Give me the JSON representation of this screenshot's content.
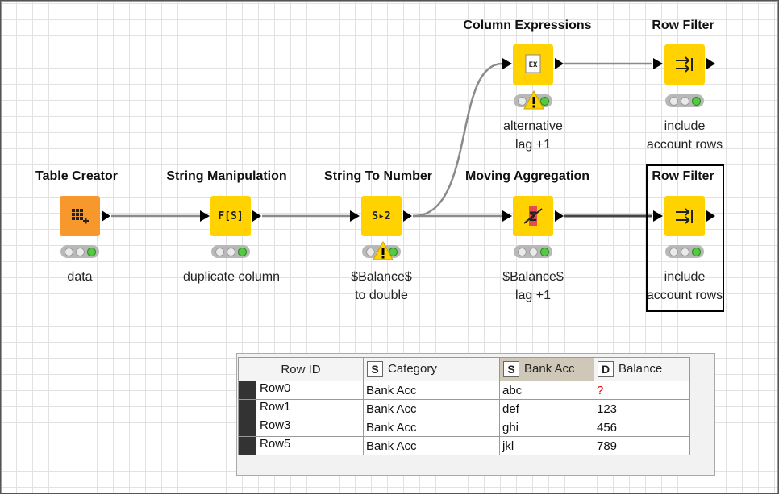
{
  "nodes": {
    "table_creator": {
      "title": "Table Creator",
      "label": "data",
      "icon": "table-plus-icon"
    },
    "string_manipulation": {
      "title": "String Manipulation",
      "label": "duplicate column",
      "icon": "fs-icon",
      "icon_text": "F[S]"
    },
    "string_to_number": {
      "title": "String To Number",
      "label1": "$Balance$",
      "label2": "to double",
      "icon": "string-to-number-icon",
      "icon_text": "S▸2"
    },
    "moving_aggregation": {
      "title": "Moving Aggregation",
      "label1": "$Balance$",
      "label2": "lag +1",
      "icon": "sigma-icon"
    },
    "row_filter_bottom": {
      "title": "Row Filter",
      "label1": "include",
      "label2": "account rows",
      "icon": "filter-icon"
    },
    "column_expressions": {
      "title": "Column Expressions",
      "label1": "alternative",
      "label2": "lag +1",
      "icon": "expression-icon",
      "icon_text": "EX"
    },
    "row_filter_top": {
      "title": "Row Filter",
      "label1": "include",
      "label2": "account rows",
      "icon": "filter-icon"
    }
  },
  "colors": {
    "node_yellow": "#ffd200",
    "node_orange": "#f7982c",
    "status_green": "#55c944",
    "warning": "#ffd200"
  },
  "table": {
    "columns": [
      {
        "type": "",
        "name": "Row ID"
      },
      {
        "type": "S",
        "name": "Category"
      },
      {
        "type": "S",
        "name": "Bank Acc"
      },
      {
        "type": "D",
        "name": "Balance"
      }
    ],
    "rows": [
      {
        "id": "Row0",
        "category": "Bank Acc",
        "bank_acc": "abc",
        "balance": "?"
      },
      {
        "id": "Row1",
        "category": "Bank Acc",
        "bank_acc": "def",
        "balance": "123"
      },
      {
        "id": "Row3",
        "category": "Bank Acc",
        "bank_acc": "ghi",
        "balance": "456"
      },
      {
        "id": "Row5",
        "category": "Bank Acc",
        "bank_acc": "jkl",
        "balance": "789"
      }
    ]
  }
}
